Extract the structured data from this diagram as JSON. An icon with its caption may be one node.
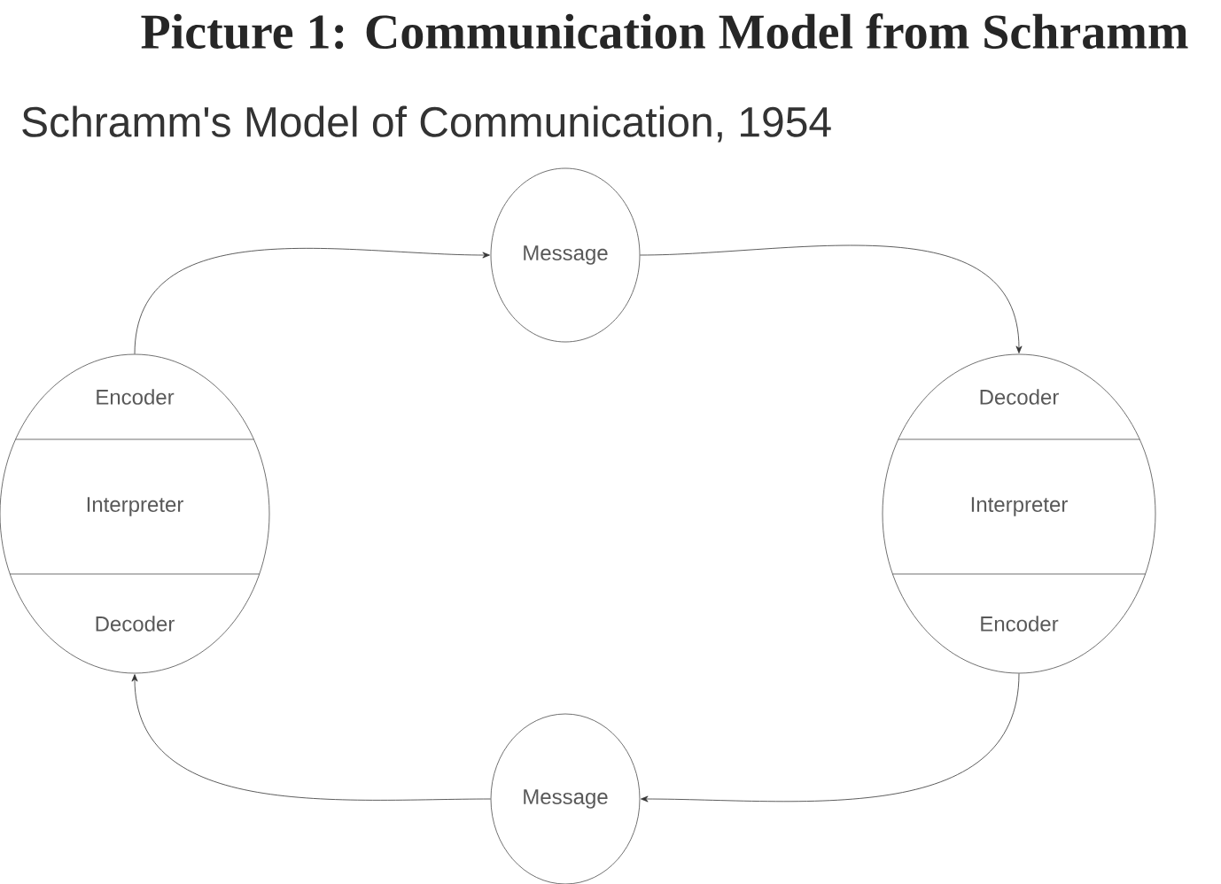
{
  "diagram": {
    "title": "Picture 1: Communication Model from Schramm",
    "nodes": [
      {
        "text": [
          "Message"
        ]
      },
      {
        "text": [
          "Encoder",
          "Interpreter",
          "Decoder"
        ]
      },
      {
        "text": [
          "Decoder",
          "Interpreter",
          "Encoder"
        ]
      },
      {
        "text": [
          "Message"
        ]
      }
    ],
    "edges": [
      {
        "from": 1,
        "to": 0,
        "arrow": "to"
      },
      {
        "from": 0,
        "to": 2,
        "arrow": "to"
      },
      {
        "from": 2,
        "to": 3,
        "arrow": "to"
      },
      {
        "from": 3,
        "to": 1,
        "arrow": "to"
      }
    ],
    "labels": [
      "Schramm's Model of Communication, 1954"
    ]
  }
}
